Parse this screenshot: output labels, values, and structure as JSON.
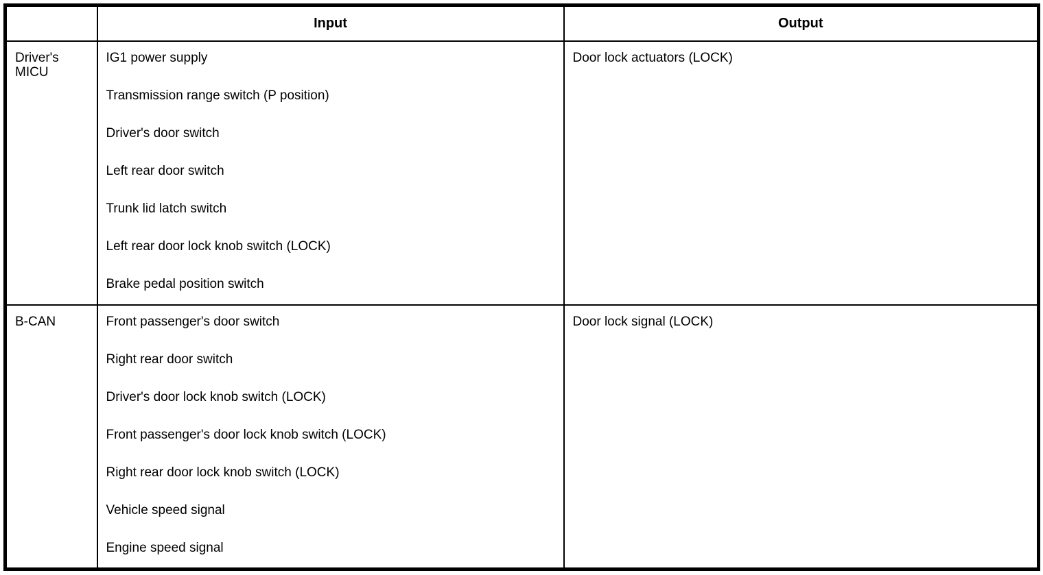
{
  "colors": {
    "border": "#000000",
    "background": "#ffffff",
    "text": "#000000"
  },
  "table": {
    "headers": {
      "source": "",
      "input": "Input",
      "output": "Output"
    },
    "rows": [
      {
        "source": "Driver's MICU",
        "inputs": [
          "IG1 power supply",
          "Transmission range switch (P position)",
          "Driver's door switch",
          "Left rear door switch",
          "Trunk lid latch switch",
          "Left rear door lock knob switch (LOCK)",
          "Brake pedal position switch"
        ],
        "outputs": [
          "Door lock actuators (LOCK)"
        ]
      },
      {
        "source": "B-CAN",
        "inputs": [
          "Front passenger's door switch",
          "Right rear door switch",
          "Driver's door lock knob switch (LOCK)",
          "Front passenger's door lock knob switch (LOCK)",
          "Right rear door lock knob switch (LOCK)",
          "Vehicle speed signal",
          "Engine speed signal"
        ],
        "outputs": [
          "Door lock signal (LOCK)"
        ]
      }
    ]
  }
}
